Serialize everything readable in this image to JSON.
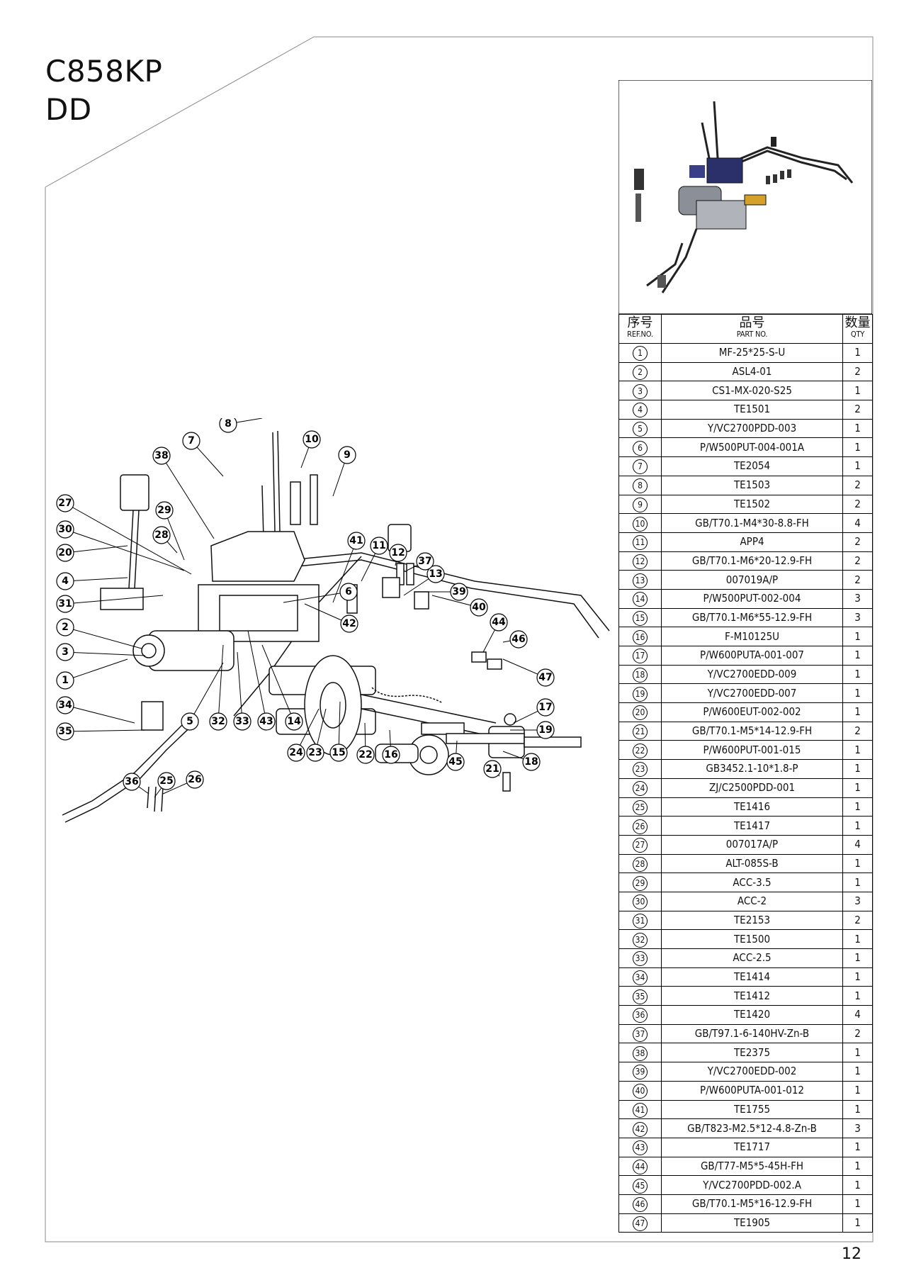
{
  "header": {
    "model": "C858KP",
    "sub": "DD"
  },
  "page_number": "12",
  "table": {
    "headers": {
      "ref_cn": "序号",
      "ref_en": "REF.NO.",
      "part_cn": "品号",
      "part_en": "PART NO.",
      "qty_cn": "数量",
      "qty_en": "QTY"
    },
    "rows": [
      {
        "ref": "1",
        "part": "MF-25*25-S-U",
        "qty": "1"
      },
      {
        "ref": "2",
        "part": "ASL4-01",
        "qty": "2"
      },
      {
        "ref": "3",
        "part": "CS1-MX-020-S25",
        "qty": "1"
      },
      {
        "ref": "4",
        "part": "TE1501",
        "qty": "2"
      },
      {
        "ref": "5",
        "part": "Y/VC2700PDD-003",
        "qty": "1"
      },
      {
        "ref": "6",
        "part": "P/W500PUT-004-001A",
        "qty": "1"
      },
      {
        "ref": "7",
        "part": "TE2054",
        "qty": "1"
      },
      {
        "ref": "8",
        "part": "TE1503",
        "qty": "2"
      },
      {
        "ref": "9",
        "part": "TE1502",
        "qty": "2"
      },
      {
        "ref": "10",
        "part": "GB/T70.1-M4*30-8.8-FH",
        "qty": "4"
      },
      {
        "ref": "11",
        "part": "APP4",
        "qty": "2"
      },
      {
        "ref": "12",
        "part": "GB/T70.1-M6*20-12.9-FH",
        "qty": "2"
      },
      {
        "ref": "13",
        "part": "007019A/P",
        "qty": "2"
      },
      {
        "ref": "14",
        "part": "P/W500PUT-002-004",
        "qty": "3"
      },
      {
        "ref": "15",
        "part": "GB/T70.1-M6*55-12.9-FH",
        "qty": "3"
      },
      {
        "ref": "16",
        "part": "F-M10125U",
        "qty": "1"
      },
      {
        "ref": "17",
        "part": "P/W600PUTA-001-007",
        "qty": "1"
      },
      {
        "ref": "18",
        "part": "Y/VC2700EDD-009",
        "qty": "1"
      },
      {
        "ref": "19",
        "part": "Y/VC2700EDD-007",
        "qty": "1"
      },
      {
        "ref": "20",
        "part": "P/W600EUT-002-002",
        "qty": "1"
      },
      {
        "ref": "21",
        "part": "GB/T70.1-M5*14-12.9-FH",
        "qty": "2"
      },
      {
        "ref": "22",
        "part": "P/W600PUT-001-015",
        "qty": "1"
      },
      {
        "ref": "23",
        "part": "GB3452.1-10*1.8-P",
        "qty": "1"
      },
      {
        "ref": "24",
        "part": "ZJ/C2500PDD-001",
        "qty": "1"
      },
      {
        "ref": "25",
        "part": "TE1416",
        "qty": "1"
      },
      {
        "ref": "26",
        "part": "TE1417",
        "qty": "1"
      },
      {
        "ref": "27",
        "part": "007017A/P",
        "qty": "4"
      },
      {
        "ref": "28",
        "part": "ALT-085S-B",
        "qty": "1"
      },
      {
        "ref": "29",
        "part": "ACC-3.5",
        "qty": "1"
      },
      {
        "ref": "30",
        "part": "ACC-2",
        "qty": "3"
      },
      {
        "ref": "31",
        "part": "TE2153",
        "qty": "2"
      },
      {
        "ref": "32",
        "part": "TE1500",
        "qty": "1"
      },
      {
        "ref": "33",
        "part": "ACC-2.5",
        "qty": "1"
      },
      {
        "ref": "34",
        "part": "TE1414",
        "qty": "1"
      },
      {
        "ref": "35",
        "part": "TE1412",
        "qty": "1"
      },
      {
        "ref": "36",
        "part": "TE1420",
        "qty": "4"
      },
      {
        "ref": "37",
        "part": "GB/T97.1-6-140HV-Zn-B",
        "qty": "2"
      },
      {
        "ref": "38",
        "part": "TE2375",
        "qty": "1"
      },
      {
        "ref": "39",
        "part": "Y/VC2700EDD-002",
        "qty": "1"
      },
      {
        "ref": "40",
        "part": "P/W600PUTA-001-012",
        "qty": "1"
      },
      {
        "ref": "41",
        "part": "TE1755",
        "qty": "1"
      },
      {
        "ref": "42",
        "part": "GB/T823-M2.5*12-4.8-Zn-B",
        "qty": "3"
      },
      {
        "ref": "43",
        "part": "TE1717",
        "qty": "1"
      },
      {
        "ref": "44",
        "part": "GB/T77-M5*5-45H-FH",
        "qty": "1"
      },
      {
        "ref": "45",
        "part": "Y/VC2700PDD-002.A",
        "qty": "1"
      },
      {
        "ref": "46",
        "part": "GB/T70.1-M5*16-12.9-FH",
        "qty": "1"
      },
      {
        "ref": "47",
        "part": "TE1905",
        "qty": "1"
      }
    ]
  },
  "callouts": [
    "1",
    "2",
    "3",
    "4",
    "5",
    "6",
    "7",
    "8",
    "9",
    "10",
    "11",
    "12",
    "13",
    "14",
    "15",
    "16",
    "17",
    "18",
    "19",
    "20",
    "21",
    "22",
    "23",
    "24",
    "25",
    "26",
    "27",
    "28",
    "29",
    "30",
    "31",
    "32",
    "33",
    "34",
    "35",
    "36",
    "37",
    "38",
    "39",
    "40",
    "41",
    "42",
    "43",
    "44",
    "45",
    "46",
    "47"
  ]
}
